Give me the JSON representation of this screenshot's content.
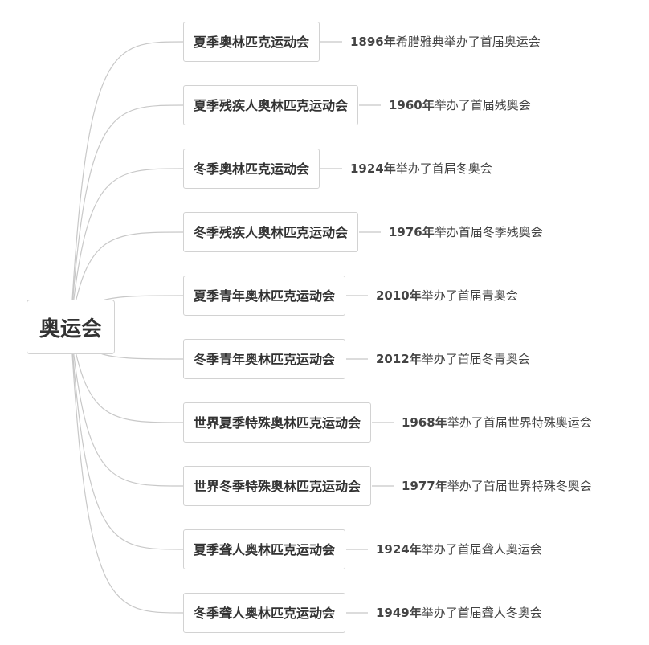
{
  "root": {
    "label": "奥运会"
  },
  "branches": [
    {
      "label": "夏季奥林匹克运动会",
      "note_year": "1896年",
      "note_text": "希腊雅典举办了首届奥运会"
    },
    {
      "label": "夏季残疾人奥林匹克运动会",
      "note_year": "1960年",
      "note_text": "举办了首届残奥会"
    },
    {
      "label": "冬季奥林匹克运动会",
      "note_year": "1924年",
      "note_text": "举办了首届冬奥会"
    },
    {
      "label": "冬季残疾人奥林匹克运动会",
      "note_year": "1976年",
      "note_text": "举办首届冬季残奥会"
    },
    {
      "label": "夏季青年奥林匹克运动会",
      "note_year": "2010年",
      "note_text": "举办了首届青奥会"
    },
    {
      "label": "冬季青年奥林匹克运动会",
      "note_year": "2012年",
      "note_text": "举办了首届冬青奥会"
    },
    {
      "label": "世界夏季特殊奥林匹克运动会",
      "note_year": "1968年",
      "note_text": "举办了首届世界特殊奥运会"
    },
    {
      "label": "世界冬季特殊奥林匹克运动会",
      "note_year": "1977年",
      "note_text": "举办了首届世界特殊冬奥会"
    },
    {
      "label": "夏季聋人奥林匹克运动会",
      "note_year": "1924年",
      "note_text": "举办了首届聋人奥运会"
    },
    {
      "label": "冬季聋人奥林匹克运动会",
      "note_year": "1949年",
      "note_text": "举办了首届聋人冬奥会"
    }
  ]
}
